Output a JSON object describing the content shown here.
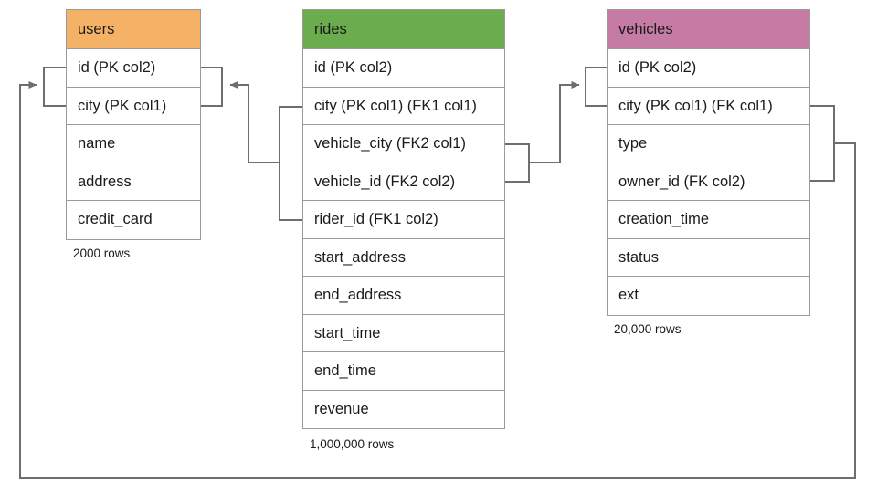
{
  "diagram": {
    "title": "database-schema-erd",
    "background": "#ffffff",
    "line_color": "#6e6e6e",
    "border_color": "#9a9a9a",
    "text_color": "#1a1a1a"
  },
  "tables": [
    {
      "name": "users",
      "header_color": "#f5b266",
      "row_count_label": "2000 rows",
      "columns": [
        "id (PK col2)",
        "city (PK col1)",
        "name",
        "address",
        "credit_card"
      ]
    },
    {
      "name": "rides",
      "header_color": "#6aac4e",
      "row_count_label": "1,000,000 rows",
      "columns": [
        "id (PK col2)",
        "city (PK col1) (FK1 col1)",
        "vehicle_city (FK2 col1)",
        "vehicle_id (FK2 col2)",
        "rider_id (FK1 col2)",
        "start_address",
        "end_address",
        "start_time",
        "end_time",
        "revenue"
      ]
    },
    {
      "name": "vehicles",
      "header_color": "#c57ba4",
      "row_count_label": "20,000 rows",
      "columns": [
        "id (PK col2)",
        "city (PK col1) (FK col1)",
        "type",
        "owner_id (FK col2)",
        "creation_time",
        "status",
        "ext"
      ]
    }
  ],
  "relationships": [
    {
      "name": "rides-rider-to-users",
      "from_table": "rides",
      "from_columns": [
        "city (PK col1) (FK1 col1)",
        "rider_id (FK1 col2)"
      ],
      "to_table": "users",
      "to_columns": [
        "id (PK col2)",
        "city (PK col1)"
      ],
      "label": "FK1"
    },
    {
      "name": "rides-vehicle-to-vehicles",
      "from_table": "rides",
      "from_columns": [
        "vehicle_city (FK2 col1)",
        "vehicle_id (FK2 col2)"
      ],
      "to_table": "vehicles",
      "to_columns": [
        "id (PK col2)",
        "city (PK col1) (FK col1)"
      ],
      "label": "FK2"
    },
    {
      "name": "vehicles-owner-to-users",
      "from_table": "vehicles",
      "from_columns": [
        "city (PK col1) (FK col1)",
        "owner_id (FK col2)"
      ],
      "to_table": "users",
      "to_columns": [
        "id (PK col2)",
        "city (PK col1)"
      ],
      "label": "FK"
    }
  ]
}
